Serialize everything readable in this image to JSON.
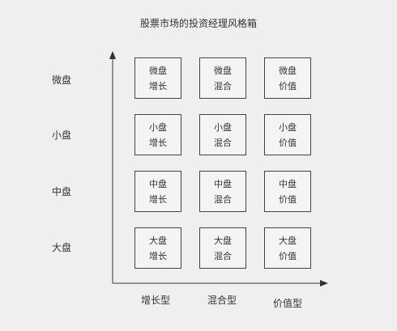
{
  "title": "股票市场的投资经理风格箱",
  "row_labels": [
    "微盘",
    "小盘",
    "中盘",
    "大盘"
  ],
  "col_labels": [
    "增长型",
    "混合型",
    "价值型"
  ],
  "cells": [
    [
      {
        "line1": "微盘",
        "line2": "增长"
      },
      {
        "line1": "微盘",
        "line2": "混合"
      },
      {
        "line1": "微盘",
        "line2": "价值"
      }
    ],
    [
      {
        "line1": "小盘",
        "line2": "增长"
      },
      {
        "line1": "小盘",
        "line2": "混合"
      },
      {
        "line1": "小盘",
        "line2": "价值"
      }
    ],
    [
      {
        "line1": "中盘",
        "line2": "增长"
      },
      {
        "line1": "中盘",
        "line2": "混合"
      },
      {
        "line1": "中盘",
        "line2": "价值"
      }
    ],
    [
      {
        "line1": "大盘",
        "line2": "增长"
      },
      {
        "line1": "大盘",
        "line2": "混合"
      },
      {
        "line1": "大盘",
        "line2": "价值"
      }
    ]
  ]
}
